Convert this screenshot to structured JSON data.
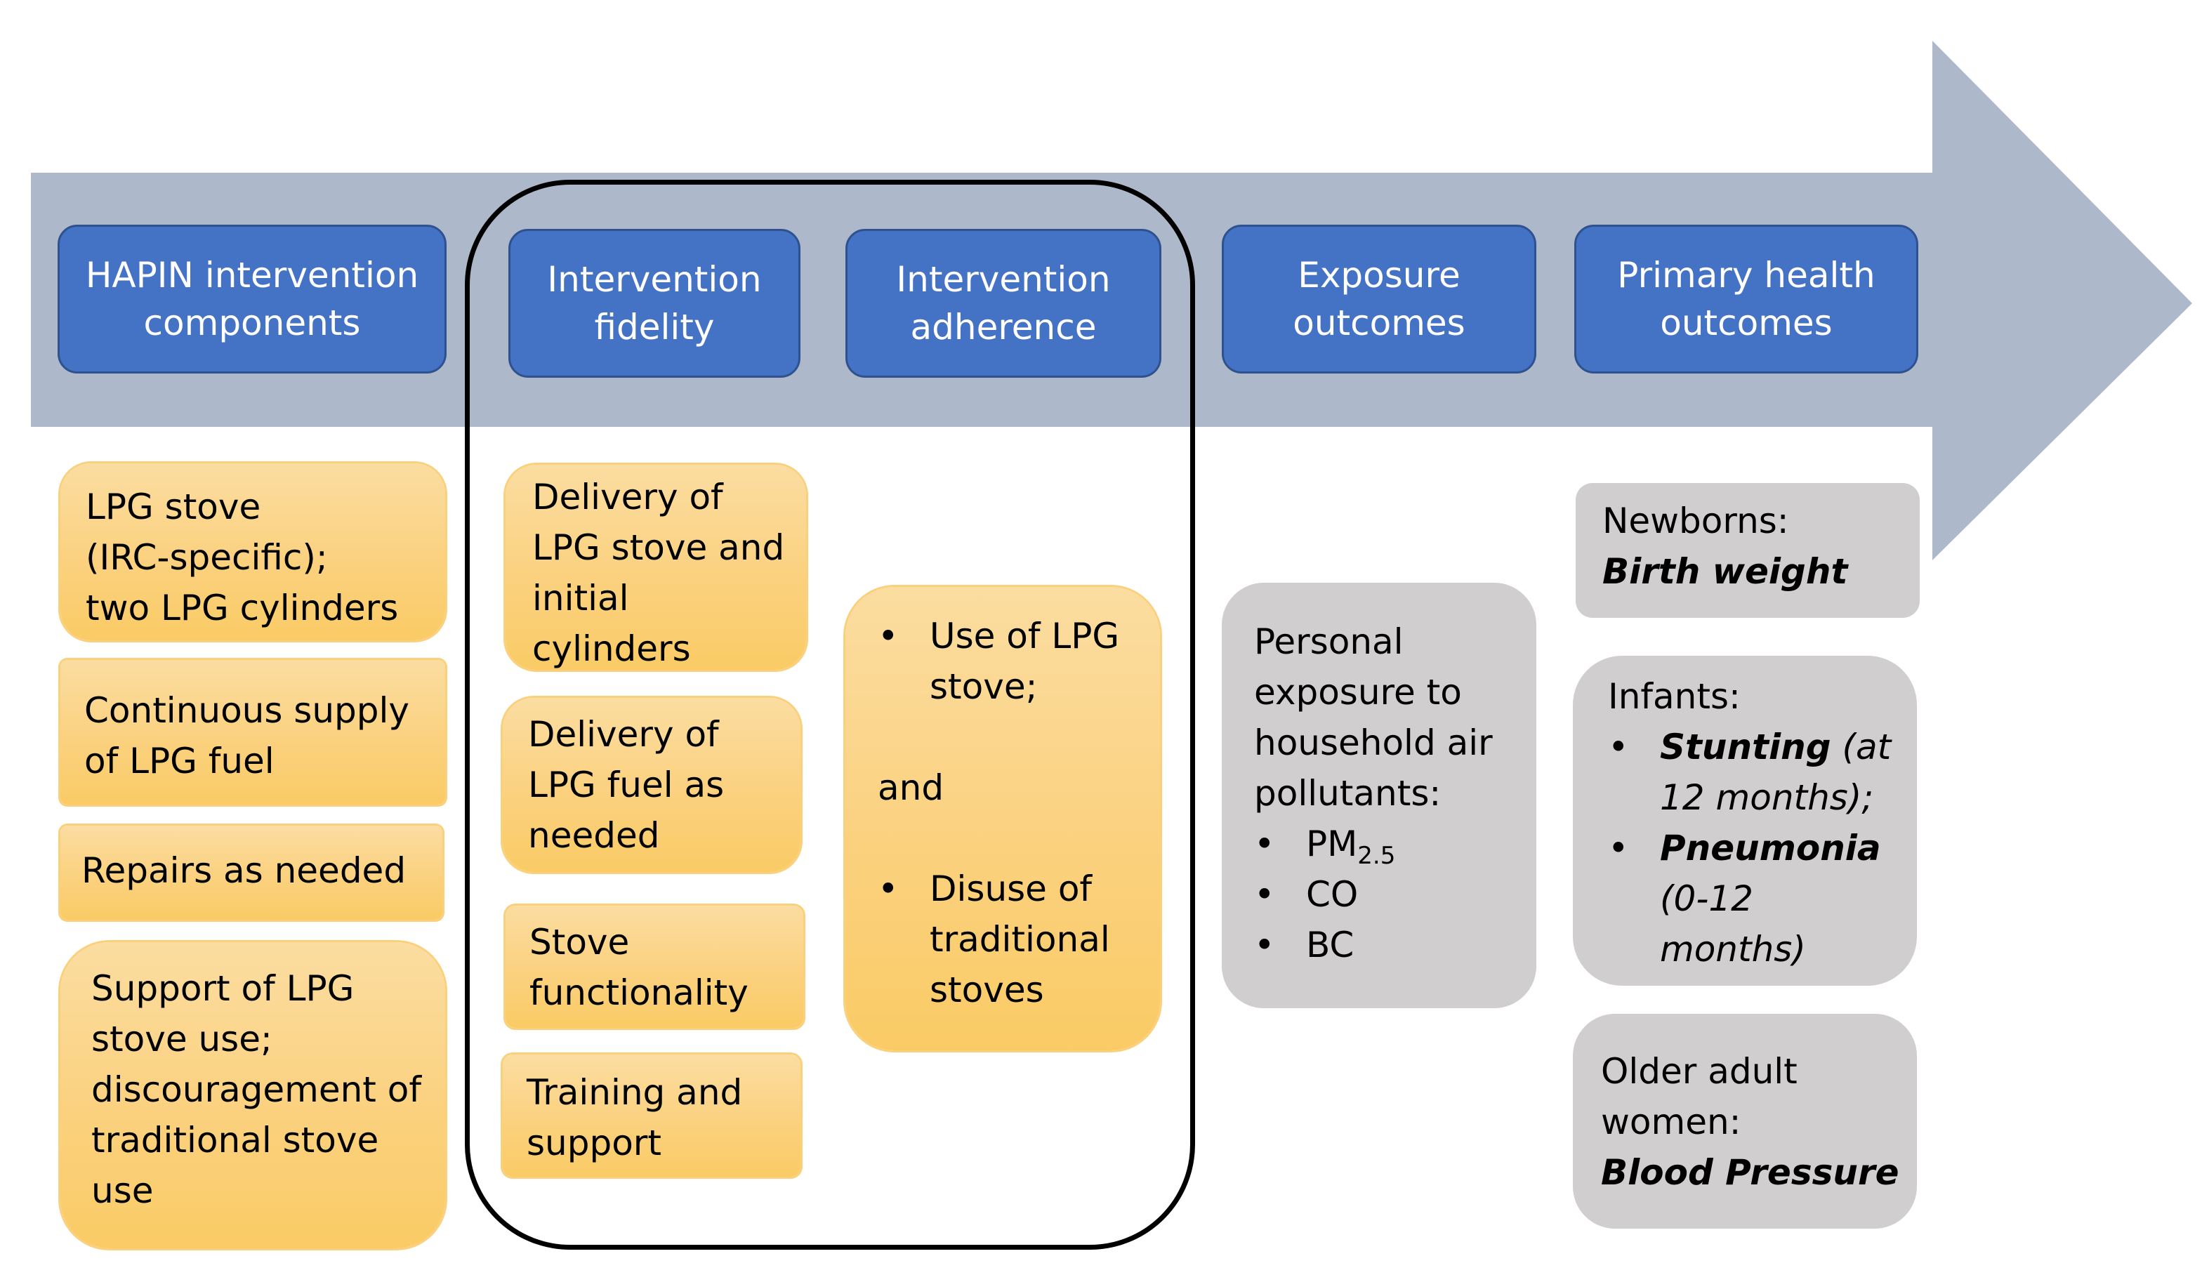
{
  "headers": {
    "components": [
      "HAPIN intervention",
      "components"
    ],
    "fidelity": [
      "Intervention",
      "fidelity"
    ],
    "adherence": [
      "Intervention",
      "adherence"
    ],
    "exposure": [
      "Exposure",
      "outcomes"
    ],
    "health": [
      "Primary health",
      "outcomes"
    ]
  },
  "components_boxes": [
    [
      "LPG stove",
      "(IRC-specific);",
      "two LPG cylinders"
    ],
    [
      "Continuous supply",
      "of LPG fuel"
    ],
    [
      "Repairs as needed"
    ],
    [
      "Support of LPG",
      "stove use;",
      "discouragement of",
      "traditional stove",
      "use"
    ]
  ],
  "fidelity_boxes": [
    [
      "Delivery of",
      "LPG stove and",
      "initial",
      "cylinders"
    ],
    [
      "Delivery of",
      "LPG fuel as",
      "needed"
    ],
    [
      "Stove",
      "functionality"
    ],
    [
      "Training and",
      "support"
    ]
  ],
  "adherence_box": {
    "bullet1": [
      "Use of LPG",
      "stove;"
    ],
    "connector": "and",
    "bullet2": [
      "Disuse of",
      "traditional",
      "stoves"
    ]
  },
  "exposure_box": {
    "lines": [
      "Personal",
      "exposure to",
      "household air",
      "pollutants:"
    ],
    "pm_main": "PM",
    "pm_sub": "2.5",
    "co": "CO",
    "bc": "BC"
  },
  "health_boxes": {
    "newborns_label": "Newborns:",
    "newborns_outcome": "Birth weight",
    "infants_label": "Infants:",
    "stunting": "Stunting",
    "stunting_detail_1": "(at",
    "stunting_detail_2": "12 months);",
    "pneumonia": "Pneumonia",
    "pneumonia_detail_1": "(0-12",
    "pneumonia_detail_2": "months)",
    "women_label_1": "Older adult",
    "women_label_2": "women:",
    "women_outcome": "Blood Pressure"
  },
  "bullet_glyph": "•",
  "colors": {
    "arrow": "#ADB9CA",
    "header_fill": "#4472C4",
    "header_border": "#2F528F",
    "orange_fill": "#FBD17F",
    "gray_fill": "#D0CECE",
    "frame": "#000000"
  }
}
